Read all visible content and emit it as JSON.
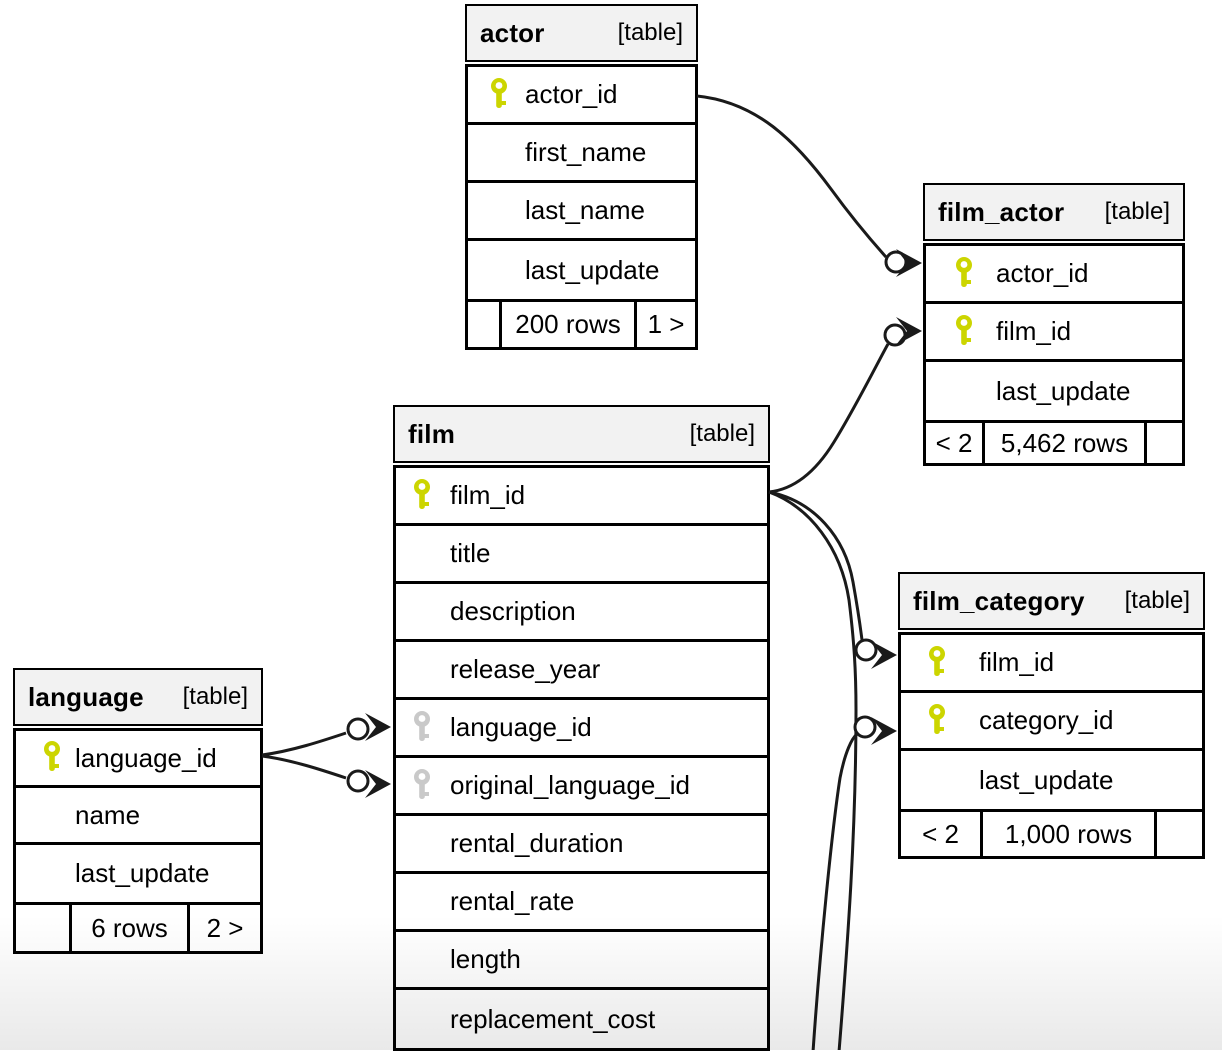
{
  "diagram": {
    "type": "database-er-diagram",
    "tables": [
      {
        "name": "actor",
        "tag": "[table]",
        "columns": [
          {
            "name": "actor_id",
            "key": "primary"
          },
          {
            "name": "first_name",
            "key": null
          },
          {
            "name": "last_name",
            "key": null
          },
          {
            "name": "last_update",
            "key": null
          }
        ],
        "footer": {
          "left": "",
          "center": "200 rows",
          "right": "1 >"
        }
      },
      {
        "name": "film_actor",
        "tag": "[table]",
        "columns": [
          {
            "name": "actor_id",
            "key": "primary"
          },
          {
            "name": "film_id",
            "key": "primary"
          },
          {
            "name": "last_update",
            "key": null
          }
        ],
        "footer": {
          "left": "< 2",
          "center": "5,462 rows",
          "right": ""
        }
      },
      {
        "name": "film",
        "tag": "[table]",
        "columns": [
          {
            "name": "film_id",
            "key": "primary"
          },
          {
            "name": "title",
            "key": null
          },
          {
            "name": "description",
            "key": null
          },
          {
            "name": "release_year",
            "key": null
          },
          {
            "name": "language_id",
            "key": "foreign"
          },
          {
            "name": "original_language_id",
            "key": "foreign"
          },
          {
            "name": "rental_duration",
            "key": null
          },
          {
            "name": "rental_rate",
            "key": null
          },
          {
            "name": "length",
            "key": null
          },
          {
            "name": "replacement_cost",
            "key": null
          }
        ],
        "footer": null
      },
      {
        "name": "film_category",
        "tag": "[table]",
        "columns": [
          {
            "name": "film_id",
            "key": "primary"
          },
          {
            "name": "category_id",
            "key": "primary"
          },
          {
            "name": "last_update",
            "key": null
          }
        ],
        "footer": {
          "left": "< 2",
          "center": "1,000 rows",
          "right": ""
        }
      },
      {
        "name": "language",
        "tag": "[table]",
        "columns": [
          {
            "name": "language_id",
            "key": "primary"
          },
          {
            "name": "name",
            "key": null
          },
          {
            "name": "last_update",
            "key": null
          }
        ],
        "footer": {
          "left": "",
          "center": "6 rows",
          "right": "2 >"
        }
      }
    ],
    "relationships": [
      {
        "from": "actor.actor_id",
        "to": "film_actor.actor_id"
      },
      {
        "from": "film.film_id",
        "to": "film_actor.film_id"
      },
      {
        "from": "film.film_id",
        "to": "film_category.film_id"
      },
      {
        "from": "language.language_id",
        "to": "film.language_id"
      },
      {
        "from": "language.language_id",
        "to": "film.original_language_id"
      },
      {
        "from": "film.film_id",
        "to": "offscreen-bottom"
      },
      {
        "from": "offscreen-bottom",
        "to": "film_category.category_id"
      }
    ],
    "colors": {
      "primary_key": "#ccd500",
      "foreign_key": "#c9c9c9",
      "header_bg": "#f2f2f2",
      "border": "#000000",
      "line": "#1a1a1a"
    }
  }
}
